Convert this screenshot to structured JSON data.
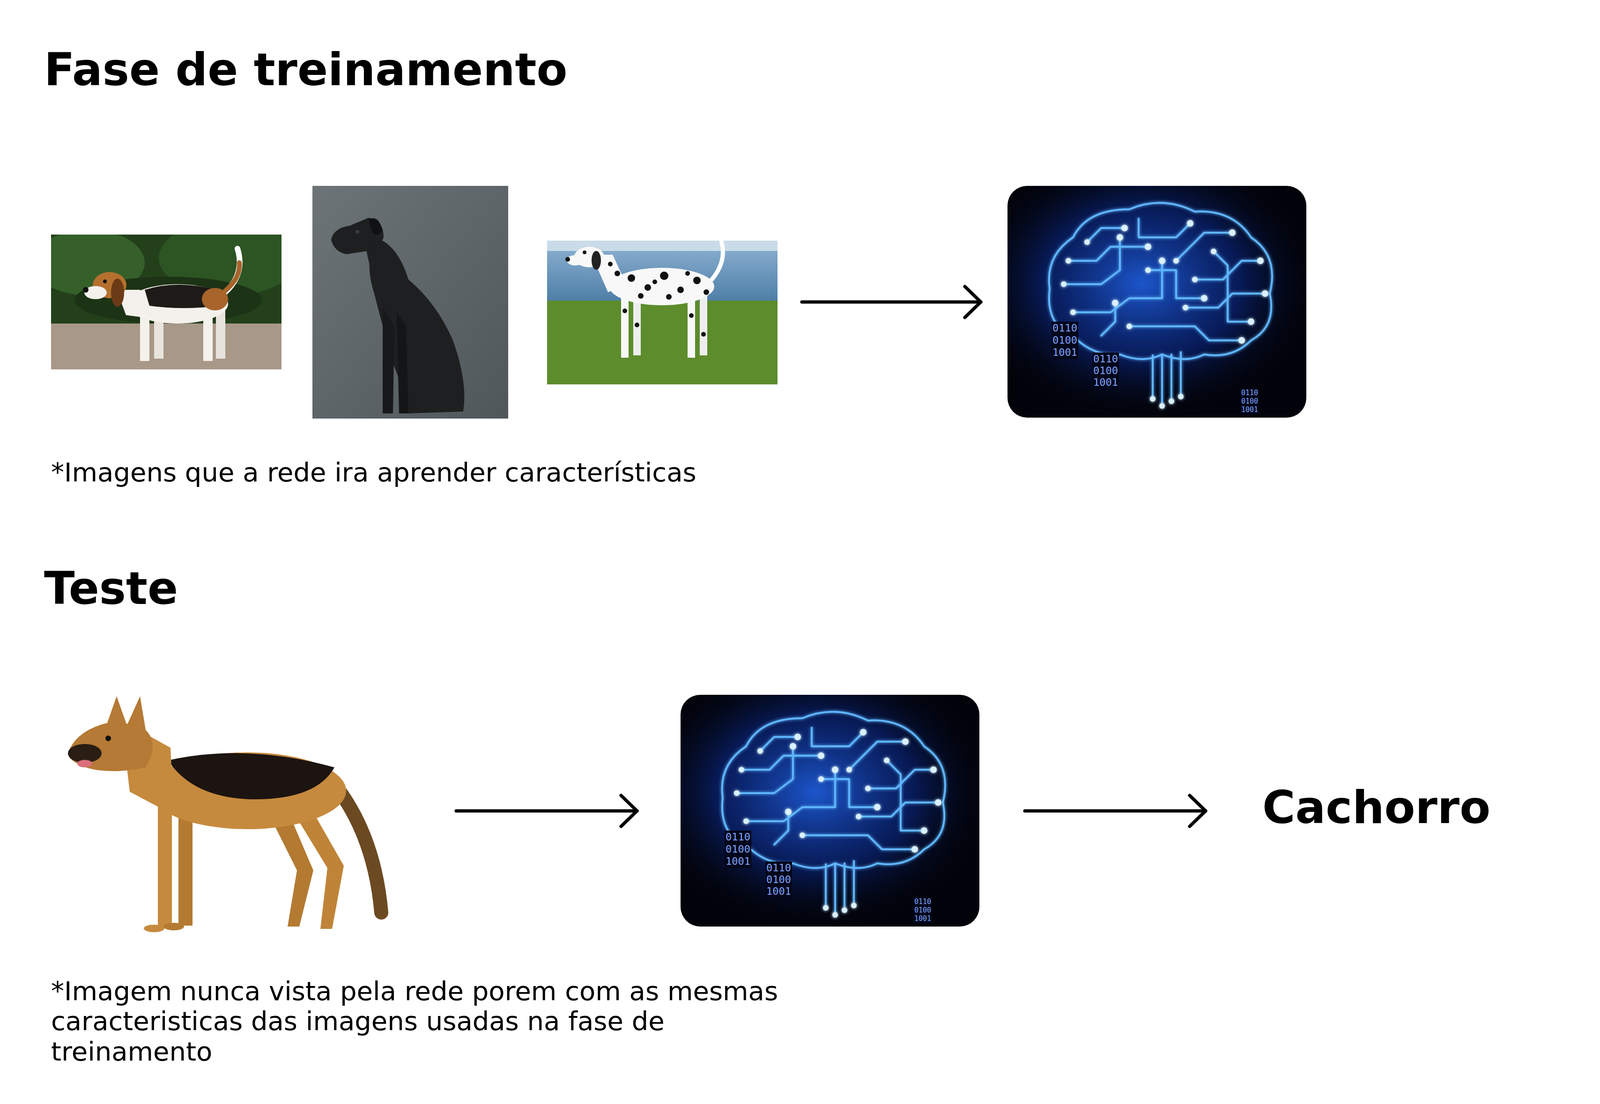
{
  "diagram": {
    "labels": [
      "Fase de treinamento",
      "0110",
      "0100",
      "1001",
      "0110",
      "0100",
      "1001",
      "0110",
      "0100",
      "1001",
      "*Imagens que a rede ira aprender características",
      "Teste",
      "0110",
      "0100",
      "1001",
      "0110",
      "0100",
      "1001",
      "0110",
      "0100",
      "1001",
      "Cachorro",
      "*Imagem nunca vista pela rede porem com as mesmas caracteristicas das imagens usadas na fase de treinamento"
    ]
  }
}
